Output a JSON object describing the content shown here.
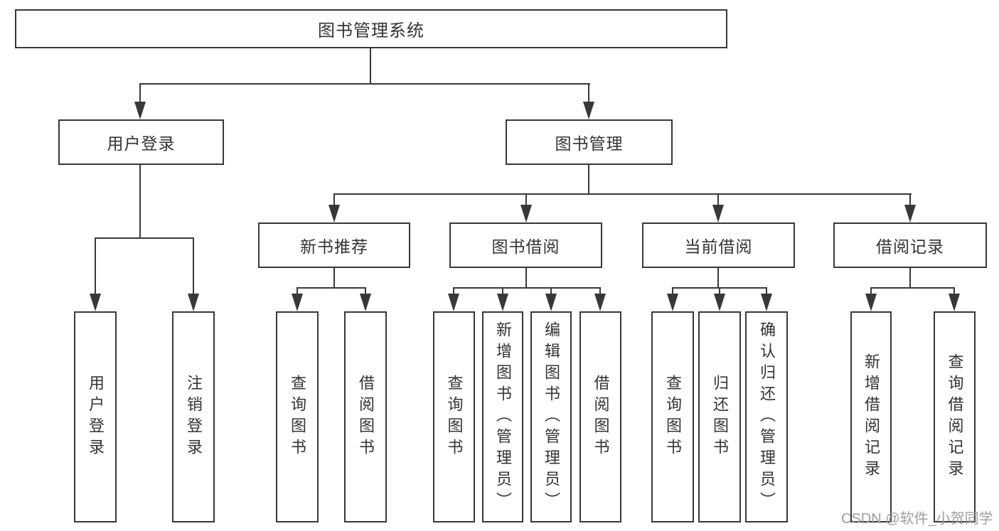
{
  "diagram": {
    "root": {
      "label": "图书管理系统"
    },
    "user_login_branch": {
      "label": "用户登录",
      "children": [
        {
          "label": "用户登录"
        },
        {
          "label": "注销登录"
        }
      ]
    },
    "book_mgmt_branch": {
      "label": "图书管理",
      "children": [
        {
          "label": "新书推荐",
          "children": [
            {
              "label": "查询图书"
            },
            {
              "label": "借阅图书"
            }
          ]
        },
        {
          "label": "图书借阅",
          "children": [
            {
              "label": "查询图书"
            },
            {
              "label": "新增图书（管理员）"
            },
            {
              "label": "编辑图书（管理员）"
            },
            {
              "label": "借阅图书"
            }
          ]
        },
        {
          "label": "当前借阅",
          "children": [
            {
              "label": "查询图书"
            },
            {
              "label": "归还图书"
            },
            {
              "label": "确认归还（管理员）"
            }
          ]
        },
        {
          "label": "借阅记录",
          "children": [
            {
              "label": "新增借阅记录"
            },
            {
              "label": "查询借阅记录"
            }
          ]
        }
      ]
    },
    "watermark": "CSDN @软件_小贺同学",
    "colors": {
      "line": "#383838",
      "text": "#333333",
      "watermark": "#9e9e9e",
      "background": "#ffffff"
    }
  }
}
